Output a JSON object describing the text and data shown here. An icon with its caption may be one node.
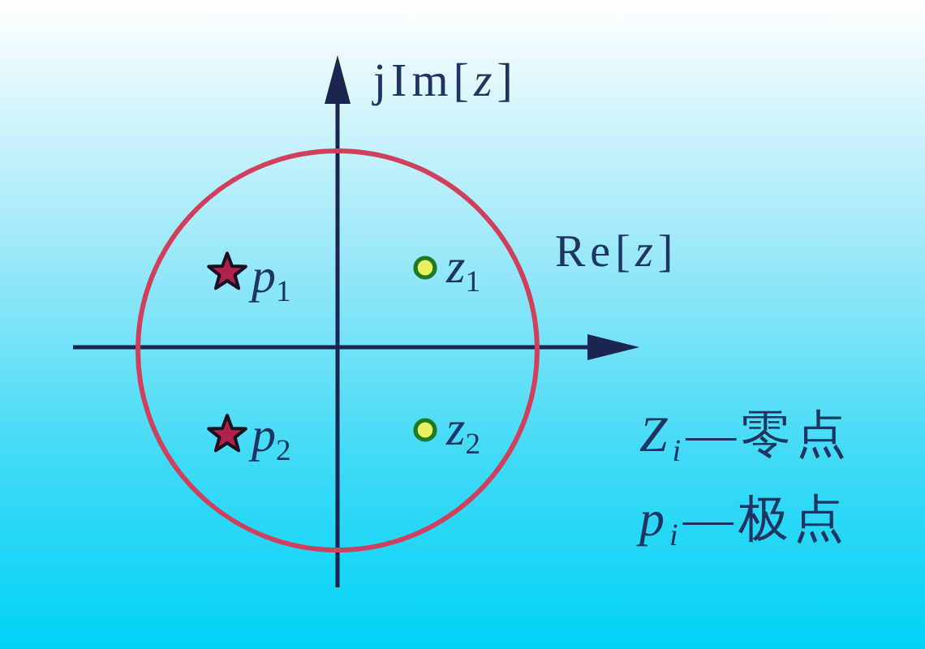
{
  "diagram": {
    "labels": [
      "jIm[*z*]",
      "*p*$_{1}$",
      "*z*$_{1}$",
      "Re[*z*]",
      "*p*$_{2}$",
      "*z*$_{2}$",
      "*Z*$_{i}$—零点",
      "*p*$_{i}$—极点"
    ]
  }
}
